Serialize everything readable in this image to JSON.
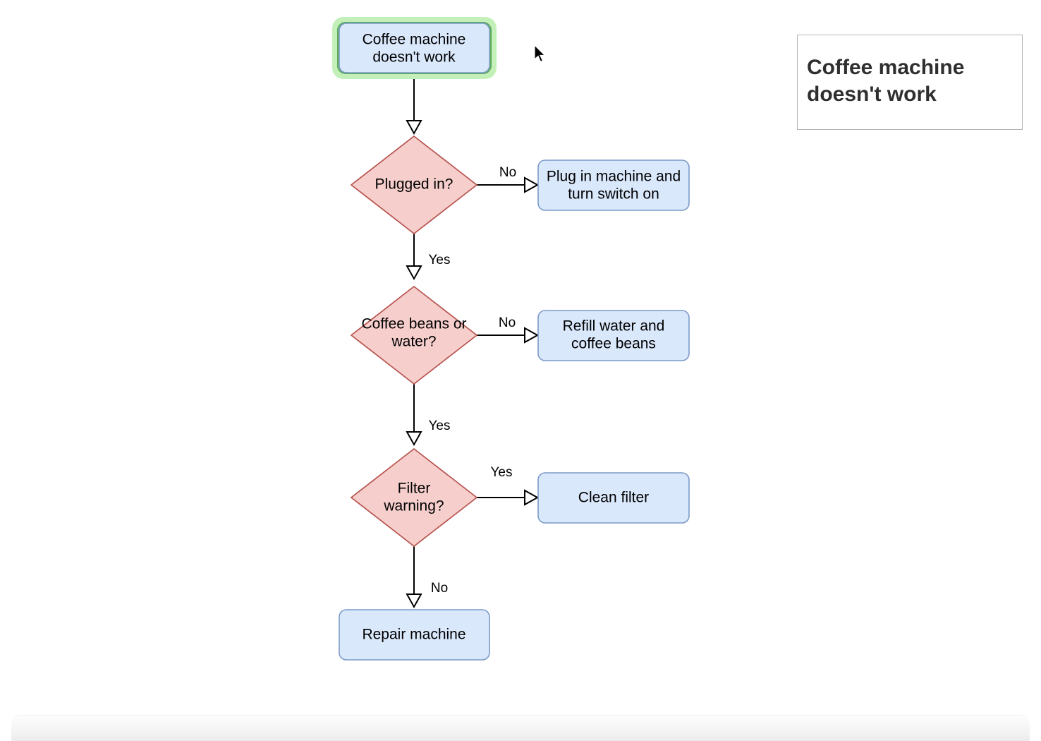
{
  "app": {
    "canvas_background": "#ffffff",
    "selection_color": "#c2f0b8",
    "process_fill": "#dae8fc",
    "process_stroke": "#7b9ac6",
    "decision_fill": "#f6cfcd",
    "decision_stroke": "#b85450",
    "edge_color": "#000000"
  },
  "title_panel": {
    "text": "Coffee machine\ndoesn't work"
  },
  "diagram": {
    "nodes": [
      {
        "id": "start",
        "label": "Coffee machine\ndoesn't work",
        "shape": "rounded-rect",
        "selected": true
      },
      {
        "id": "plugged",
        "label": "Plugged in?",
        "shape": "diamond",
        "selected": false
      },
      {
        "id": "plugfix",
        "label": "Plug in machine and\nturn switch on",
        "shape": "rounded-rect",
        "selected": false
      },
      {
        "id": "beans",
        "label": "Coffee beans or\nwater?",
        "shape": "diamond",
        "selected": false
      },
      {
        "id": "refill",
        "label": "Refill water and\ncoffee beans",
        "shape": "rounded-rect",
        "selected": false
      },
      {
        "id": "filter",
        "label": "Filter\nwarning?",
        "shape": "diamond",
        "selected": false
      },
      {
        "id": "clean",
        "label": "Clean filter",
        "shape": "rounded-rect",
        "selected": false
      },
      {
        "id": "repair",
        "label": "Repair machine",
        "shape": "rounded-rect",
        "selected": false
      }
    ],
    "edges": [
      {
        "from": "start",
        "to": "plugged",
        "label": ""
      },
      {
        "from": "plugged",
        "to": "plugfix",
        "label": "No"
      },
      {
        "from": "plugged",
        "to": "beans",
        "label": "Yes"
      },
      {
        "from": "beans",
        "to": "refill",
        "label": "No"
      },
      {
        "from": "beans",
        "to": "filter",
        "label": "Yes"
      },
      {
        "from": "filter",
        "to": "clean",
        "label": "Yes"
      },
      {
        "from": "filter",
        "to": "repair",
        "label": "No"
      }
    ],
    "node_text": {
      "start_line1": "Coffee machine",
      "start_line2": "doesn't work",
      "plugged": "Plugged in?",
      "plugfix_line1": "Plug in machine and",
      "plugfix_line2": "turn switch on",
      "beans_line1": "Coffee beans or",
      "beans_line2": "water?",
      "refill_line1": "Refill water and",
      "refill_line2": "coffee beans",
      "filter_line1": "Filter",
      "filter_line2": "warning?",
      "clean": "Clean filter",
      "repair": "Repair machine"
    },
    "edge_text": {
      "plugged_no": "No",
      "plugged_yes": "Yes",
      "beans_no": "No",
      "beans_yes": "Yes",
      "filter_yes": "Yes",
      "filter_no": "No"
    }
  }
}
